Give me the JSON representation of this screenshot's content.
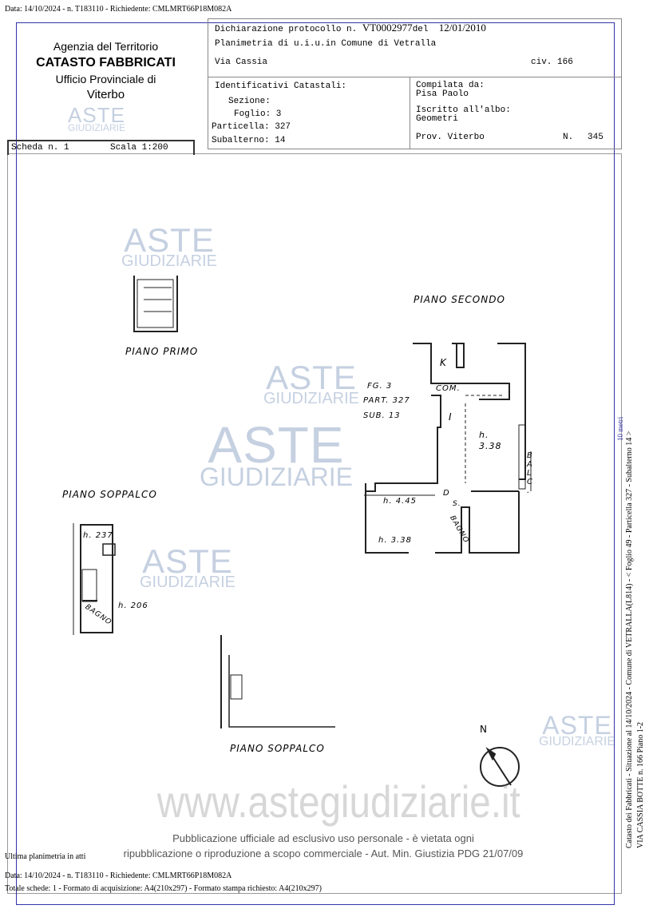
{
  "top_line": "Data: 14/10/2024 - n. T183110 - Richiedente: CMLMRT66P18M082A",
  "header": {
    "agency": "Agenzia del Territorio",
    "catasto": "CATASTO FABBRICATI",
    "office": "Ufficio Provinciale di",
    "city": "Viterbo",
    "protocol_label": "Dichiarazione protocollo n.",
    "protocol_number": "VT0002977",
    "protocol_del": "del",
    "protocol_date": "12/01/2010",
    "planimetria": "Planimetria di u.i.u.in Comune di Vetralla",
    "address": "Via Cassia",
    "civ": "civ. 166",
    "identificativi": "Identificativi Catastali:",
    "sezione": "Sezione:",
    "foglio": "Foglio: 3",
    "particella": "Particella: 327",
    "subalterno": "Subalterno: 14",
    "compilata": "Compilata da:",
    "compilatore": "Pisa Paolo",
    "iscritto": "Iscritto all'albo:",
    "albo": "Geometri",
    "prov": "Prov. Viterbo",
    "n_label": "N.",
    "n_value": "345",
    "scheda": "Scheda n. 1",
    "scala": "Scala 1:200"
  },
  "plan": {
    "piano_primo": "PIANO PRIMO",
    "piano_secondo": "PIANO SECONDO",
    "piano_soppalco_1": "PIANO SOPPALCO",
    "piano_soppalco_2": "PIANO SOPPALCO",
    "fg": "FG. 3",
    "part": "PART. 327",
    "sub": "SUB. 13",
    "k": "K",
    "com": "COM.",
    "i": "I",
    "h_main": "h.",
    "h_main_val": "3.38",
    "h_445": "h. 4.45",
    "h_338": "h. 3.38",
    "balc": "BALC.",
    "bagno": "BAGNO",
    "d": "D",
    "s": "S.",
    "h_237": "h. 237",
    "h_206": "h. 206",
    "north": "N",
    "scale_bar": "10 metri"
  },
  "side_text": {
    "line1": "Catasto dei Fabbricati - Situazione al 14/10/2024 - Comune di VETRALLA(L814) - < Foglio 49 - Particella  327 - Subalterno 14 >",
    "line2": "VIA CASSIA BOTTE n. 166 Piano 1-2"
  },
  "footer": {
    "ultima": "Ultima planimetria in atti",
    "data": "Data: 14/10/2024 - n. T183110 - Richiedente: CMLMRT66P18M082A",
    "totale": "Totale schede: 1 - Formato di acquisizione: A4(210x297) - Formato stampa richiesto: A4(210x297)"
  },
  "watermark": {
    "aste": "ASTE",
    "giudiziarie": "GIUDIZIARIE",
    "site": "www.astegiudiziarie.it",
    "notice1": "Pubblicazione ufficiale ad esclusivo uso personale - è vietata ogni",
    "notice2": "ripubblicazione o riproduzione a scopo commerciale - Aut. Min. Giustizia PDG 21/07/09"
  },
  "colors": {
    "frame": "#3333aa",
    "watermark": "#5a78aa"
  }
}
